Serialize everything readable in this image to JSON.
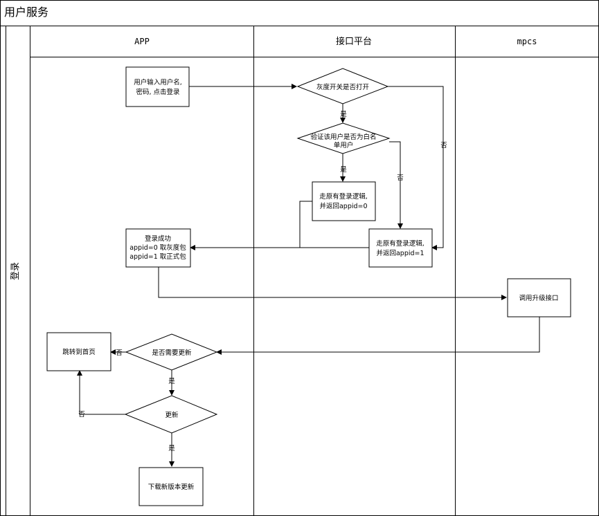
{
  "title": "用户服务",
  "phase": "登录",
  "lanes": [
    "APP",
    "接口平台",
    "mpcs"
  ],
  "nodes": {
    "input_login": [
      "用户输入用户名,",
      "密码, 点击登录"
    ],
    "gray_switch": [
      "灰度开关是否打开"
    ],
    "whitelist_check": [
      "验证该用户是否为白名",
      "单用户"
    ],
    "legacy_login_0": [
      "走原有登录逻辑,",
      "并返回appid=0"
    ],
    "legacy_login_1": [
      "走原有登录逻辑,",
      "并返回appid=1"
    ],
    "login_success": [
      "登录成功",
      "appid=0 取灰度包",
      "appid=1 取正式包"
    ],
    "call_upgrade": [
      "调用升级接口"
    ],
    "need_update": [
      "是否需要更新"
    ],
    "goto_home": [
      "跳转到首页"
    ],
    "update": [
      "更新"
    ],
    "download_update": [
      "下载新版本更新"
    ]
  },
  "edge_labels": {
    "yes": "是",
    "no": "否"
  }
}
